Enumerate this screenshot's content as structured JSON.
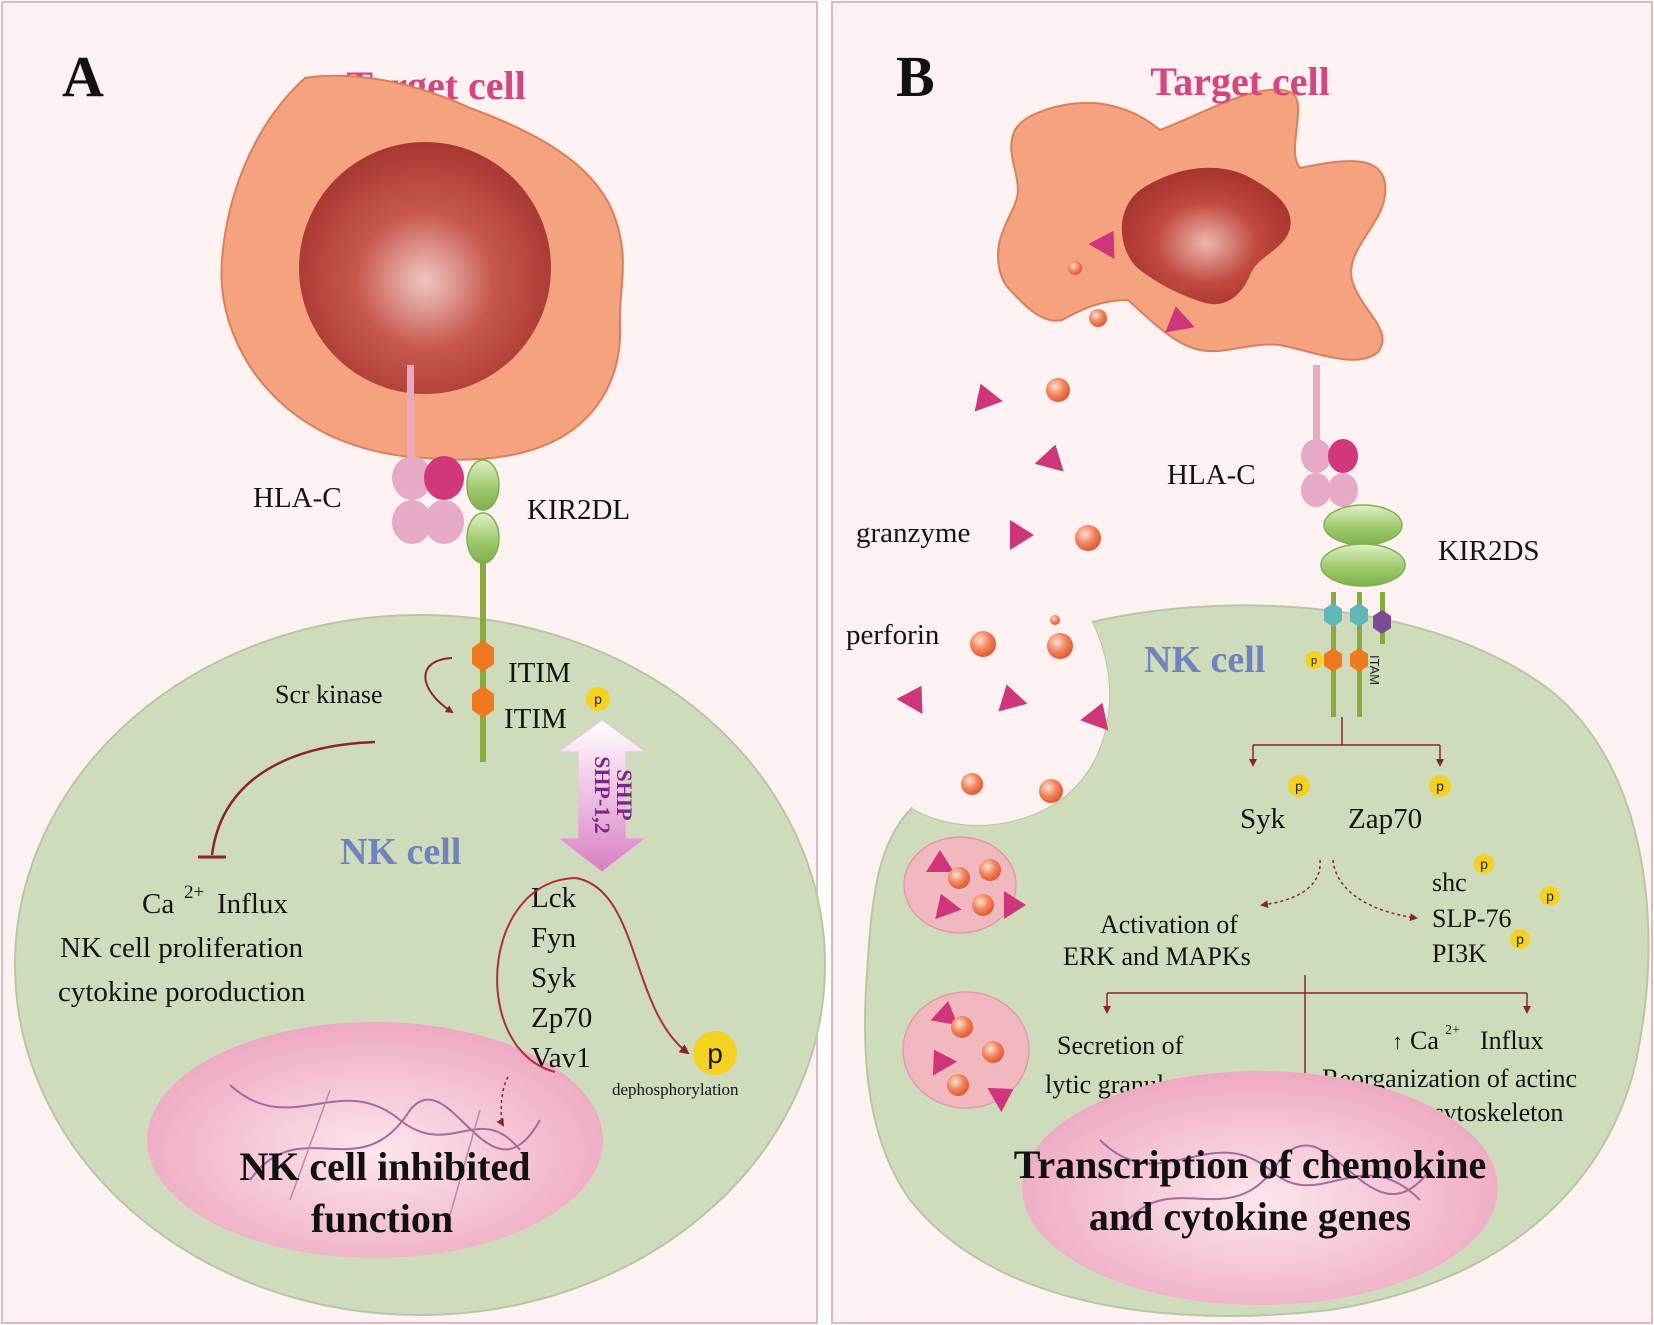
{
  "panel_a": {
    "letter": "A",
    "target_cell": "Target cell",
    "hla": "HLA-C",
    "receptor": "KIR2DL",
    "nk_cell": "NK cell",
    "itim_1": "ITIM",
    "itim_2": "ITIM",
    "scr_kinase": "Scr kinase",
    "shp_line1": "SHP-1,2",
    "shp_line2": "SHIP",
    "ca_influx": "Influx",
    "ca_symbol": "Ca",
    "ca_superscript": "2+",
    "proliferation": "NK cell proliferation",
    "cytokine": "cytokine poroduction",
    "kinases": [
      "Lck",
      "Fyn",
      "Syk",
      "Zp70",
      "Vav1"
    ],
    "dephosphorylation": "dephosphorylation",
    "inhibited_1": "NK cell inhibited",
    "inhibited_2": "function",
    "p": "p"
  },
  "panel_b": {
    "letter": "B",
    "target_cell": "Target cell",
    "hla": "HLA-C",
    "receptor": "KIR2DS",
    "nk_cell": "NK cell",
    "granzyme": "granzyme",
    "perforin": "perforin",
    "itam": "ITAM",
    "syk": "Syk",
    "zap70": "Zap70",
    "shc": "shc",
    "slp76": "SLP-76",
    "pi3k": "PI3K",
    "activation_1": "Activation of",
    "activation_2": "ERK and MAPKs",
    "secretion_1": "Secretion of",
    "secretion_2": "lytic granules",
    "ca_symbol": "Ca",
    "ca_superscript": "2+",
    "ca_influx": "Influx",
    "reorg_1": "Reorganization of actinc",
    "reorg_2": "cytoskeleton",
    "transcription_1": "Transcription of chemokine",
    "transcription_2": "and cytokine genes",
    "p": "p"
  },
  "colors": {
    "panel_bg": "#fdf1f2",
    "nk_cell": "#cfdcbc",
    "target_cell": "#f5a27e",
    "nucleus_target": "#b8403a",
    "nk_nucleus": "#f2b9cc",
    "hla_pink": "#e6a9c6",
    "hla_magenta": "#d1377a",
    "kir_green": "#a9d07c",
    "itim_orange": "#ef7a1e",
    "granzyme_magenta": "#d0347a",
    "perforin_orange": "#f07a58",
    "phospho_yellow": "#f4d21e",
    "arrow_red": "#8c2430"
  }
}
